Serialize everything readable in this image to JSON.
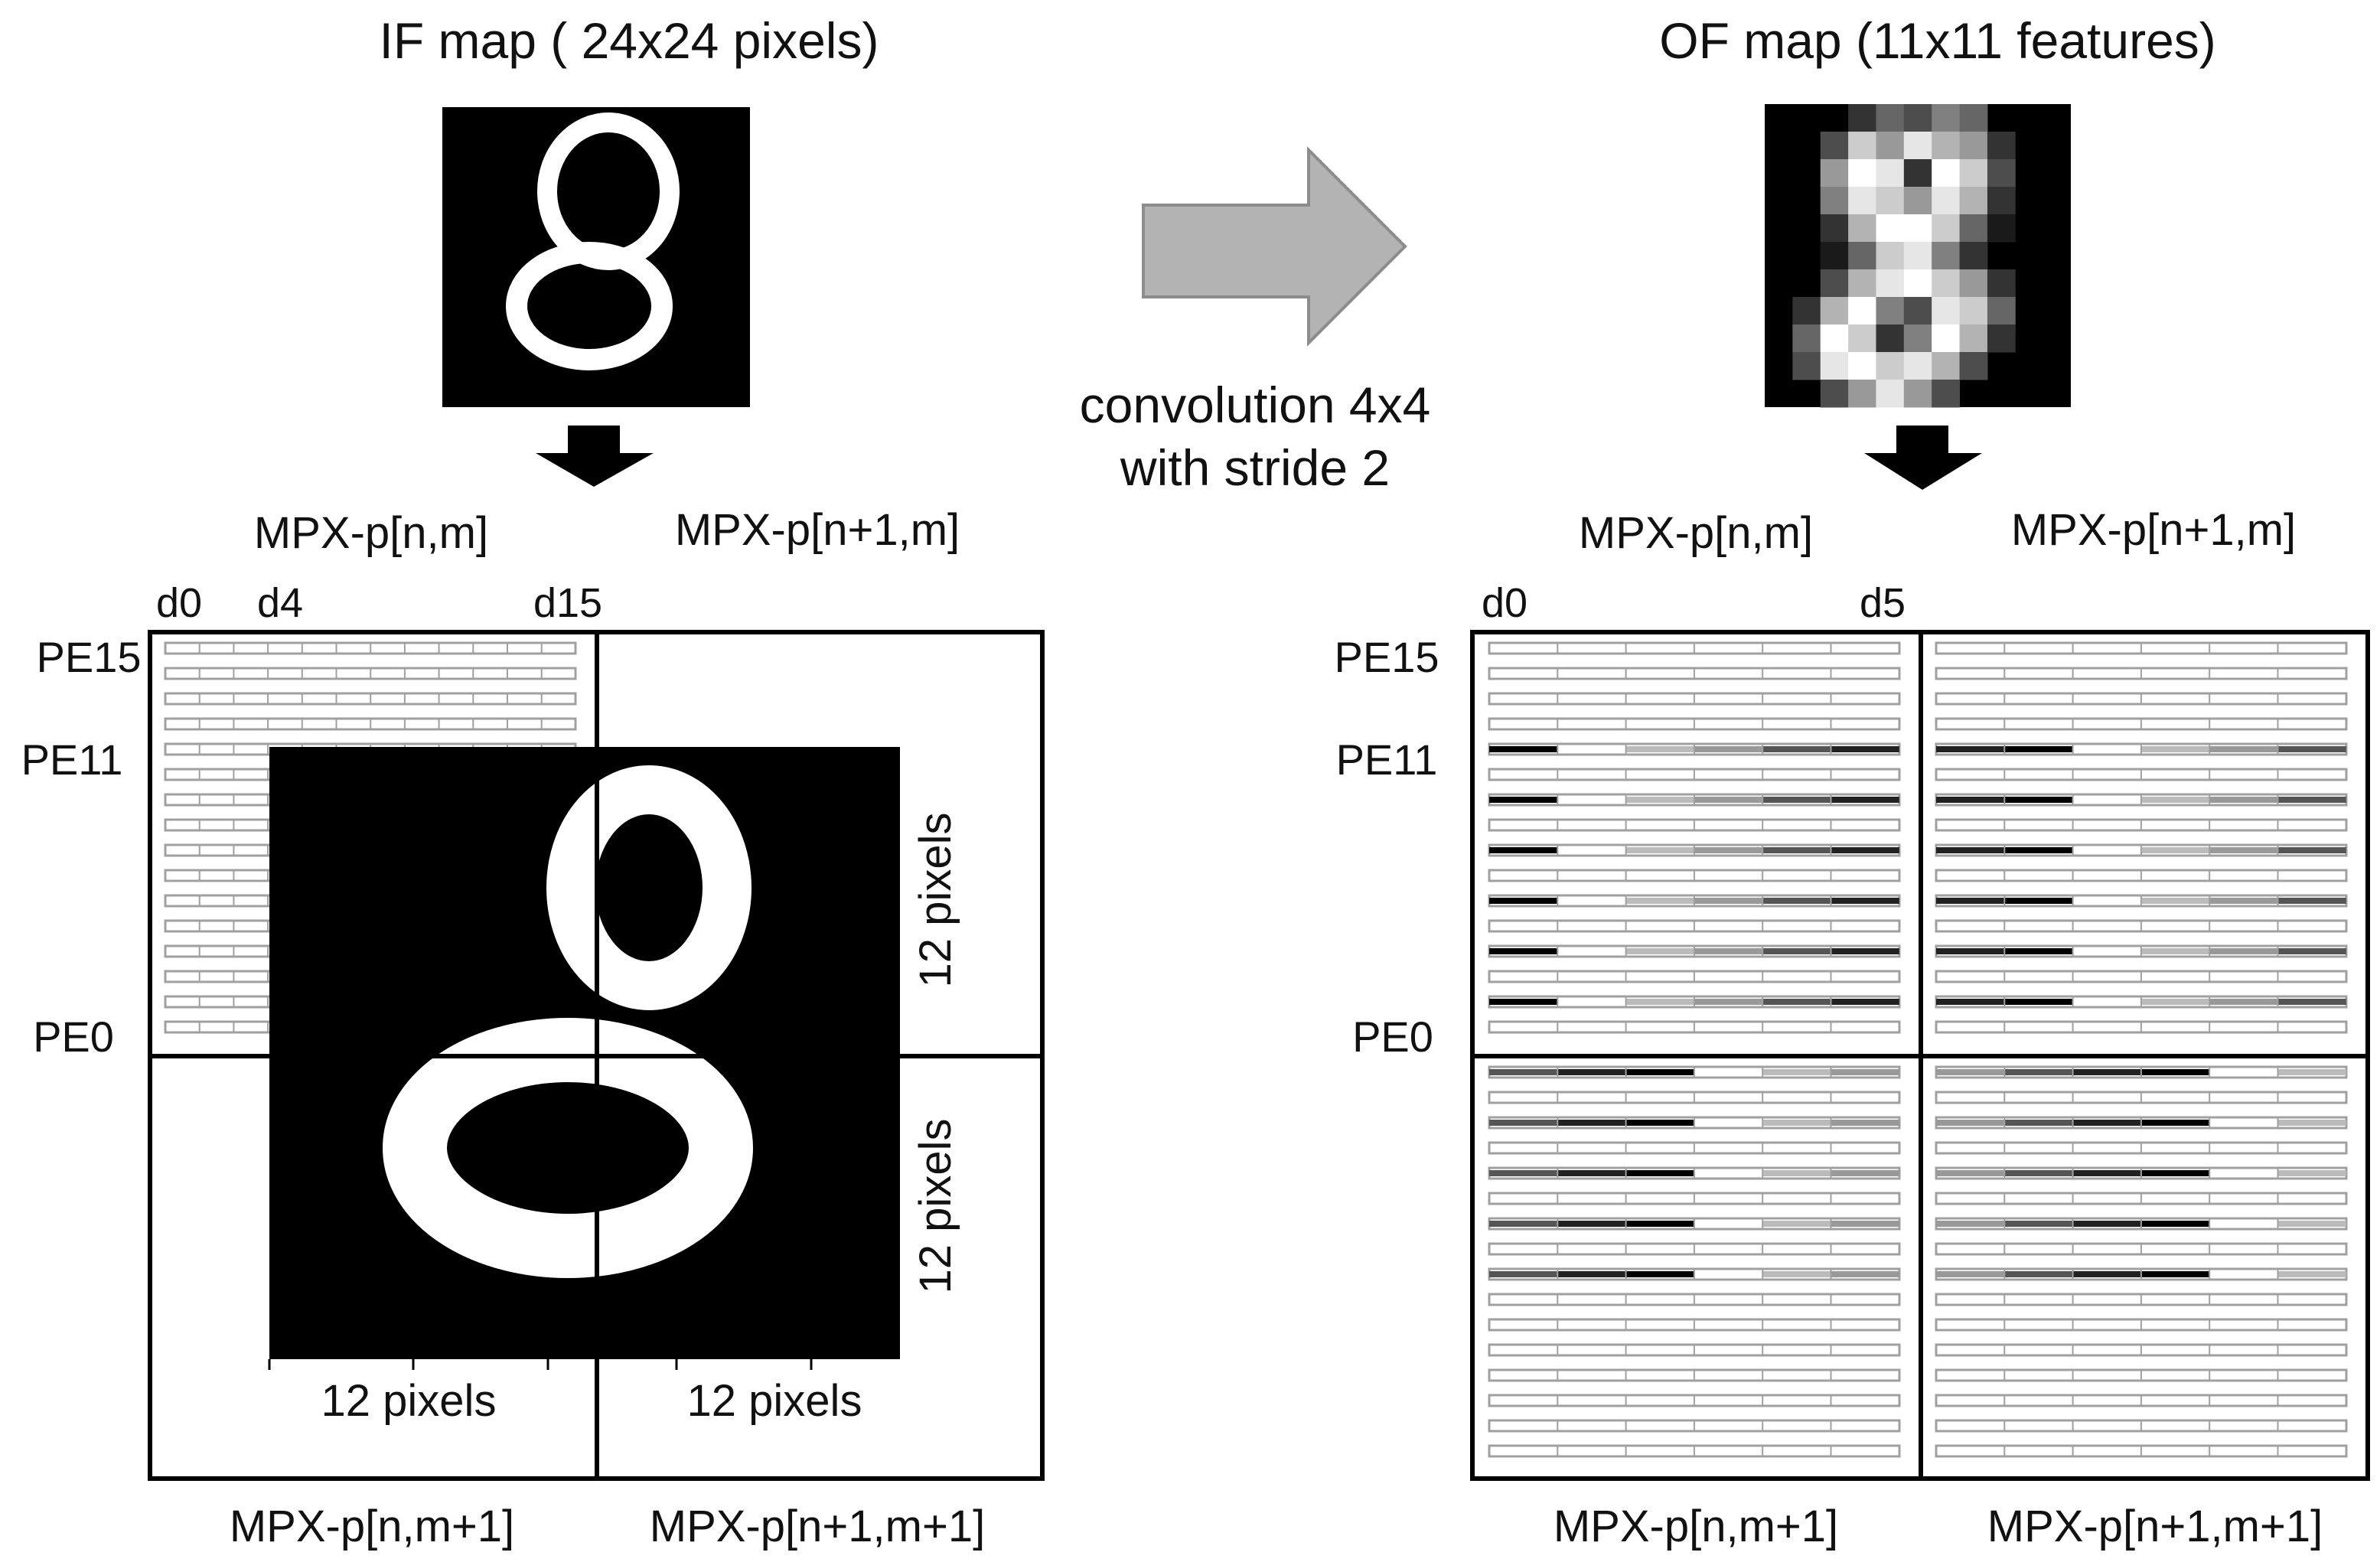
{
  "left": {
    "title": "IF map ( 24x24 pixels)",
    "mpx_top_left": "MPX-p[n,m]",
    "mpx_top_right": "MPX-p[n+1,m]",
    "mpx_bottom_left": "MPX-p[n,m+1]",
    "mpx_bottom_right": "MPX-p[n+1,m+1]",
    "col_labels": [
      "d0",
      "d4",
      "d15"
    ],
    "pe_labels": [
      "PE15",
      "PE11",
      "PE0"
    ],
    "pixels_right_top": "12 pixels",
    "pixels_right_bottom": "12 pixels",
    "pixels_bottom_left": "12 pixels",
    "pixels_bottom_right": "12 pixels"
  },
  "middle": {
    "caption_line1": "convolution 4x4",
    "caption_line2": "with stride 2"
  },
  "right": {
    "title": "OF map (11x11 features)",
    "mpx_top_left": "MPX-p[n,m]",
    "mpx_top_right": "MPX-p[n+1,m]",
    "mpx_bottom_left": "MPX-p[n,m+1]",
    "mpx_bottom_right": "MPX-p[n+1,m+1]",
    "col_labels": [
      "d0",
      "d5"
    ],
    "pe_labels": [
      "PE15",
      "PE11",
      "PE0"
    ]
  },
  "colors": {
    "arrow_fill": "#b3b3b3",
    "arrow_stroke": "#8c8c8c",
    "row_outline": "#a0a0a0",
    "frame": "#000000"
  }
}
